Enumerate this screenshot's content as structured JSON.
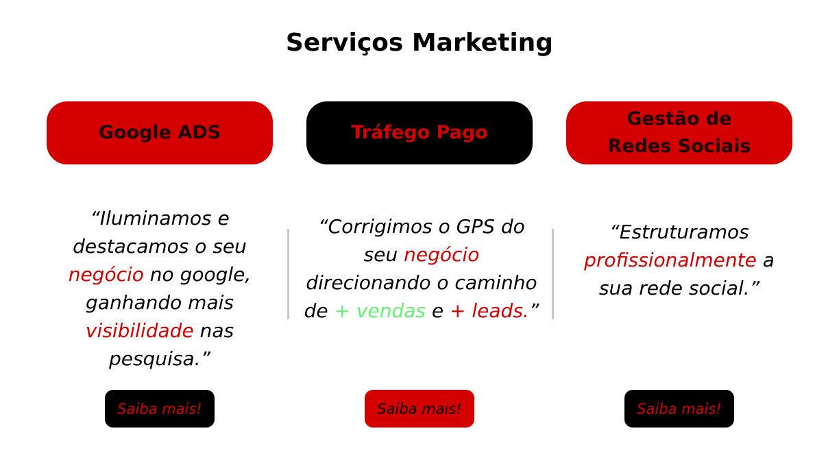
{
  "page": {
    "title": "Serviços Marketing"
  },
  "colors": {
    "accent_red": "#d40000",
    "black": "#000000",
    "green": "#66ee77",
    "divider": "#c8c8c8"
  },
  "services": [
    {
      "name_line1": "Google ADS",
      "name_line2": "",
      "quote": {
        "p1": "“Iluminamos e destacamos o seu ",
        "hl1": "negócio",
        "p2": " no google, ganhando mais ",
        "hl2": "visibilidade",
        "p3": " nas pesquisa.”"
      },
      "button": "Saiba mais!"
    },
    {
      "name_line1": "Tráfego Pago",
      "name_line2": "",
      "quote": {
        "p1": "“Corrigimos o GPS do seu ",
        "hl1": "negócio",
        "p2": " direcionando o caminho de ",
        "hl2": "+ vendas",
        "p3": " e ",
        "hl3": "+ leads.",
        "p4": "”"
      },
      "button": "Saiba mais!"
    },
    {
      "name_line1": "Gestão de",
      "name_line2": "Redes Sociais",
      "quote": {
        "p1": "“Estruturamos ",
        "hl1": "profissionalmente",
        "p2": " a sua rede social.”"
      },
      "button": "Saiba mais!"
    }
  ]
}
